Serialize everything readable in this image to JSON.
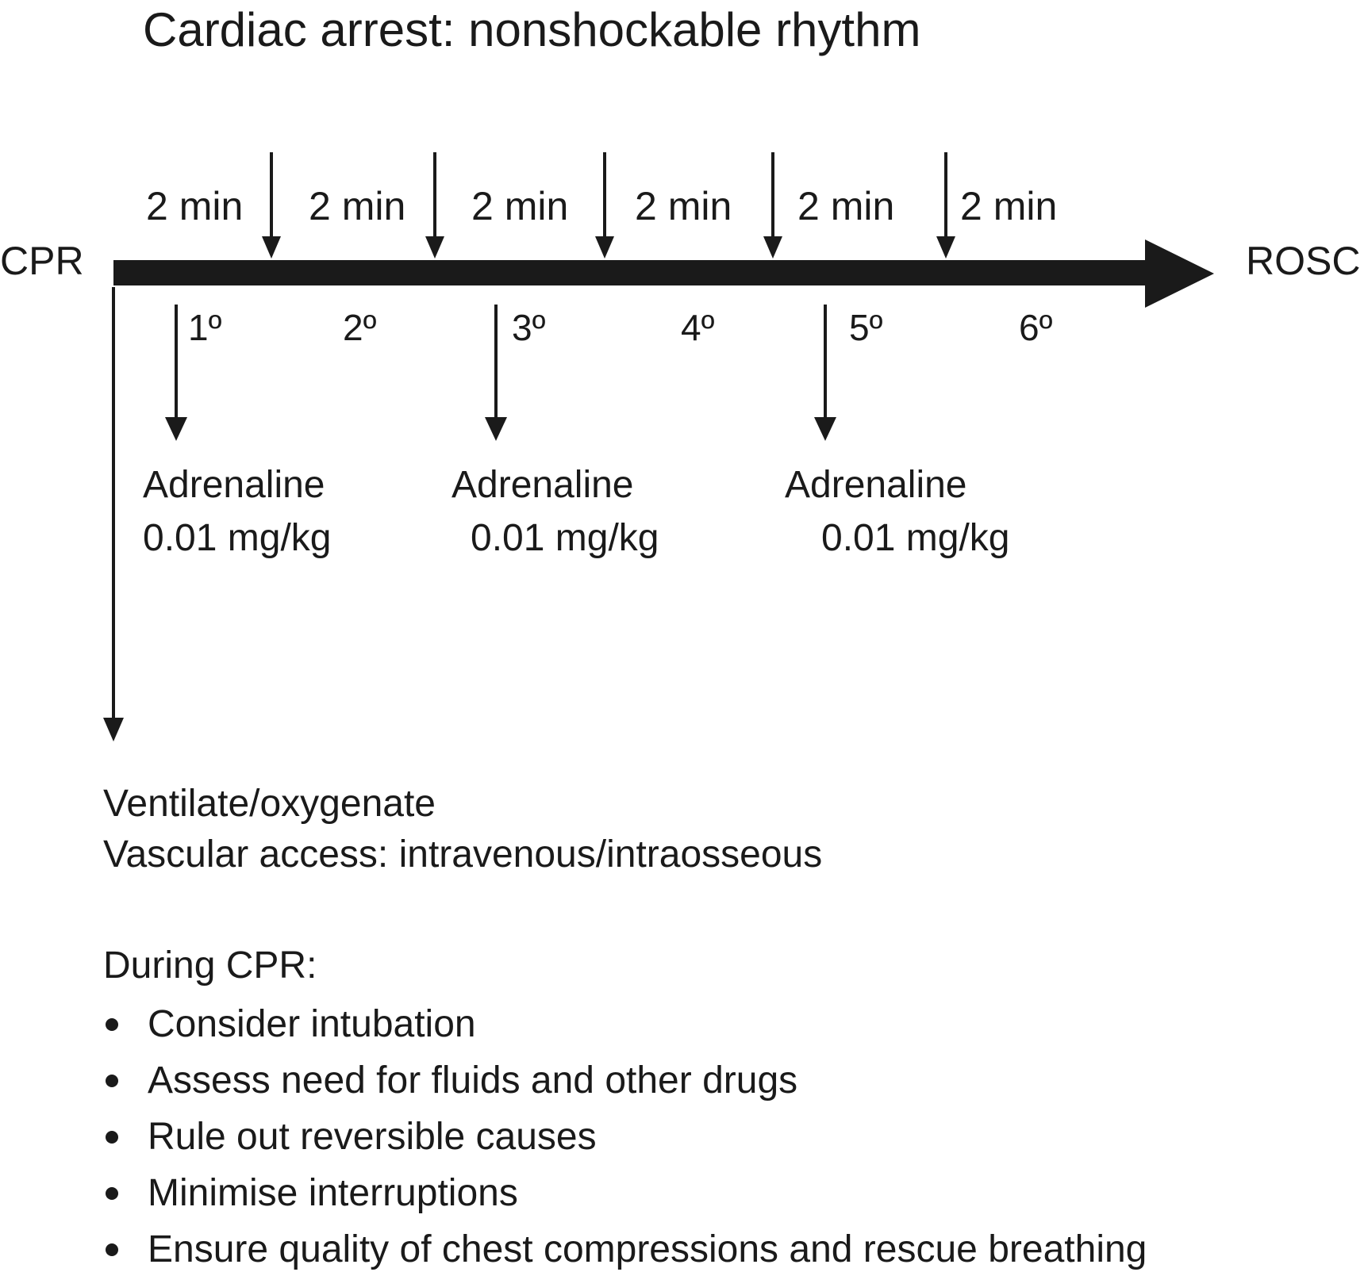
{
  "title": "Cardiac arrest: nonshockable rhythm",
  "timeline": {
    "start_label": "CPR",
    "end_label": "ROSC",
    "intervals": [
      "2 min",
      "2 min",
      "2 min",
      "2 min",
      "2 min",
      "2 min"
    ],
    "cycles": [
      "1º",
      "2º",
      "3º",
      "4º",
      "5º",
      "6º"
    ]
  },
  "adrenaline_doses": [
    {
      "cycle": "1º",
      "drug": "Adrenaline",
      "dose": "0.01 mg/kg"
    },
    {
      "cycle": "3º",
      "drug": "Adrenaline",
      "dose": "0.01 mg/kg"
    },
    {
      "cycle": "5º",
      "drug": "Adrenaline",
      "dose": "0.01 mg/kg"
    }
  ],
  "initial_actions": [
    "Ventilate/oxygenate",
    "Vascular access: intravenous/intraosseous"
  ],
  "during_cpr": {
    "heading": "During CPR:",
    "items": [
      "Consider intubation",
      "Assess need for fluids and other drugs",
      "Rule out reversible causes",
      "Minimise interruptions",
      "Ensure quality of chest compressions and rescue breathing"
    ]
  },
  "colors": {
    "ink": "#1a1a1a",
    "background": "#ffffff"
  }
}
